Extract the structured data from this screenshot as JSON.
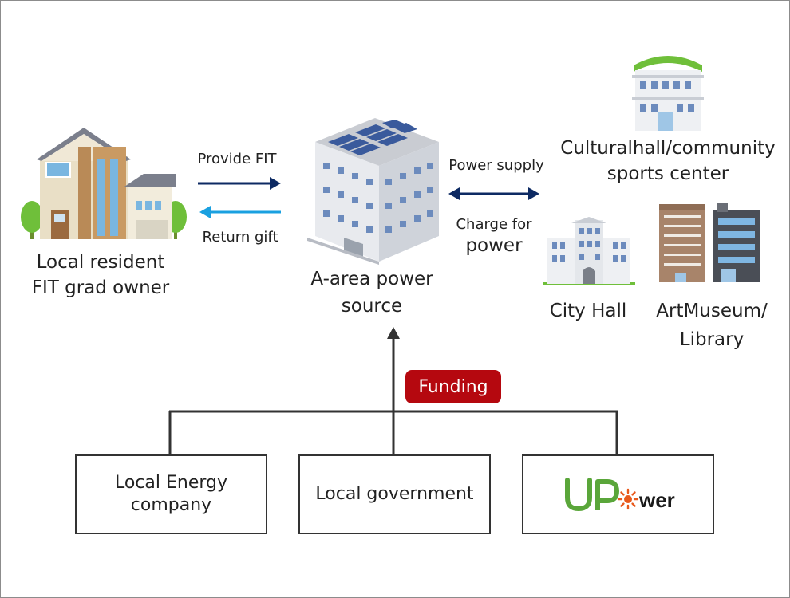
{
  "nodes": {
    "resident": {
      "line1": "Local resident",
      "line2": "FIT grad owner"
    },
    "power_source": {
      "line1": "A-area power",
      "line2": "source"
    },
    "culturalhall": {
      "line1": "Culturalhall/community",
      "line2": "sports center"
    },
    "city_hall": {
      "label": "City Hall"
    },
    "museum": {
      "line1": "ArtMuseum/",
      "line2": "Library"
    }
  },
  "arrows": {
    "provide_fit": "Provide FIT",
    "return_gift": "Return gift",
    "power_supply": "Power supply",
    "charge_line1": "Charge for",
    "charge_line2": "power"
  },
  "funding": {
    "label": "Funding"
  },
  "boxes": {
    "energy_company": {
      "line1": "Local Energy",
      "line2": "company"
    },
    "local_government": {
      "label": "Local government"
    },
    "upower": {
      "logo_text_up": "UP",
      "logo_text_wer": "wer"
    }
  },
  "colors": {
    "provide_arrow": "#0d2a63",
    "return_arrow": "#1aa0e0",
    "supply_arrow": "#0d2a63",
    "funding_badge": "#b5080f",
    "upower_green": "#5aa63a",
    "upower_orange": "#e8591c"
  }
}
